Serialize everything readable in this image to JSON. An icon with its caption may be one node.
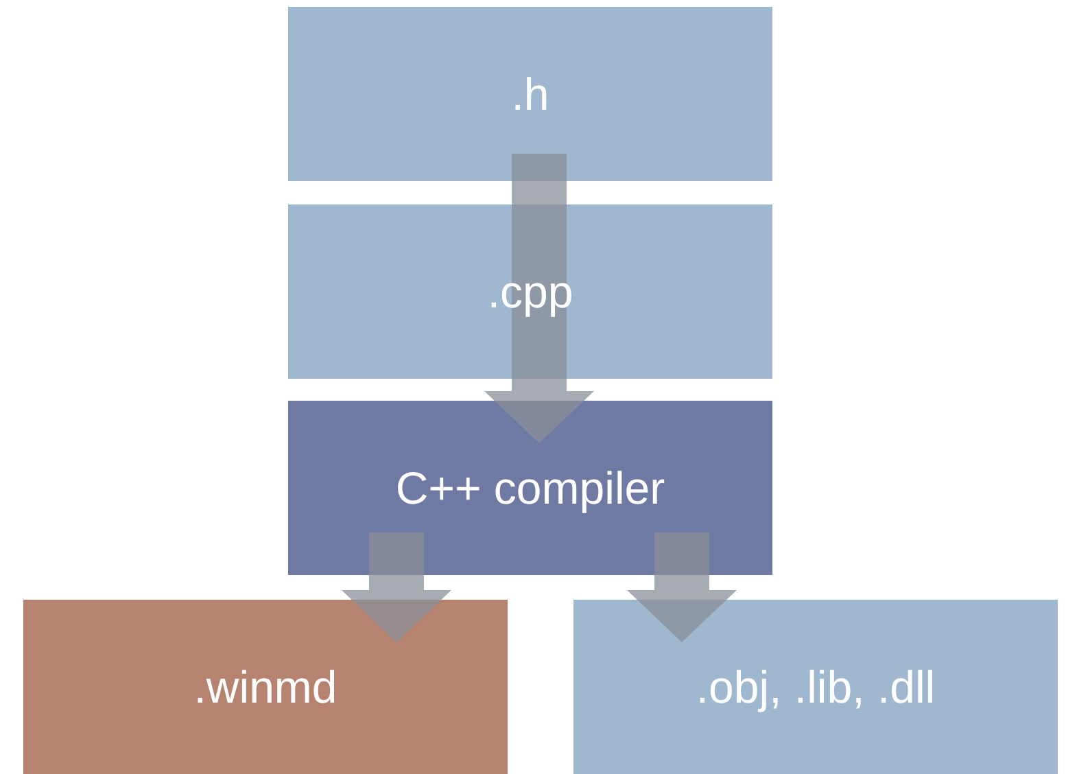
{
  "diagram": {
    "nodes": [
      {
        "text": [
          ".h"
        ]
      },
      {
        "text": [
          ".cpp"
        ]
      },
      {
        "text": [
          "C++ compiler"
        ]
      },
      {
        "text": [
          ".winmd"
        ]
      },
      {
        "text": [
          ".obj, .lib, .dll"
        ]
      }
    ],
    "edges": [
      {
        "from": 0,
        "to": 1,
        "arrow": "none"
      },
      {
        "from": 1,
        "to": 2,
        "arrow": "to"
      },
      {
        "from": 2,
        "to": 3,
        "arrow": "to"
      },
      {
        "from": 2,
        "to": 4,
        "arrow": "to"
      }
    ]
  }
}
